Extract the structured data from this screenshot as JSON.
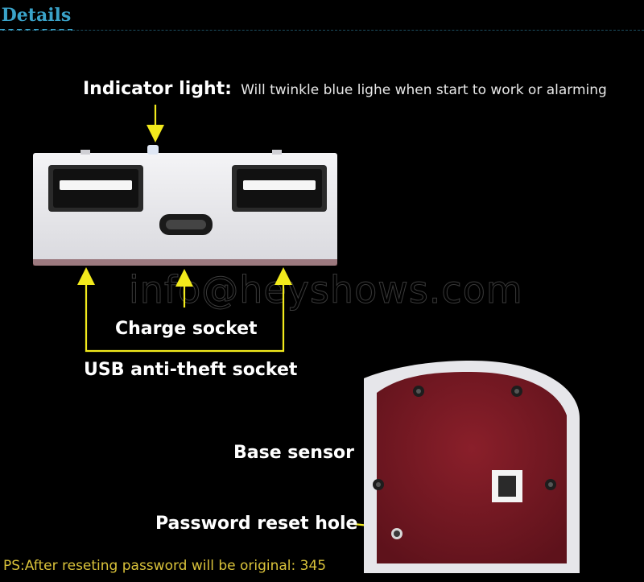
{
  "header": {
    "title": "Details"
  },
  "labels": {
    "indicator_title": "Indicator light:",
    "indicator_desc": "Will twinkle blue lighe when start to work or alarming",
    "charge_socket": "Charge socket",
    "usb_socket": "USB anti-theft socket",
    "base_sensor": "Base sensor",
    "password_reset": "Password reset hole"
  },
  "watermark": "info@heyshows.com",
  "footer": {
    "note": "PS:After reseting password will be original: 345"
  },
  "colors": {
    "accent_title": "#3aa2c8",
    "arrow_yellow": "#f2ea1c",
    "note_yellow": "#d9c23a",
    "base_red": "#7a1a24"
  }
}
